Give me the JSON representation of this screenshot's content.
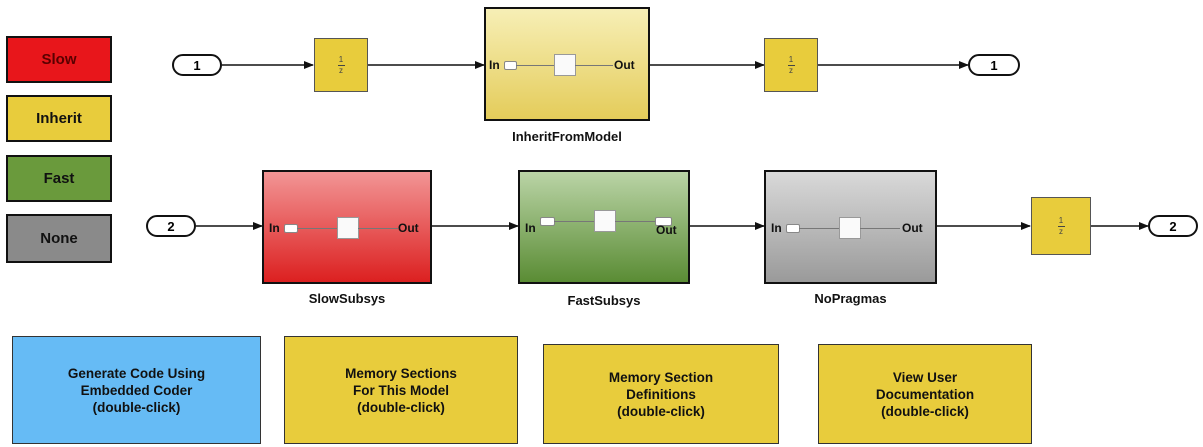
{
  "legend": {
    "slow": {
      "label": "Slow",
      "color": "#e8161b"
    },
    "inherit": {
      "label": "Inherit",
      "color": "#e8cc3c"
    },
    "fast": {
      "label": "Fast",
      "color": "#6a9a3c"
    },
    "none": {
      "label": "None",
      "color": "#8a8a8a"
    }
  },
  "ports": {
    "in1": "1",
    "out1": "1",
    "in2": "2",
    "out2": "2"
  },
  "delay": {
    "numerator": "1",
    "denominator": "z"
  },
  "subsystems": {
    "inherit": {
      "name": "InheritFromModel",
      "in": "In",
      "out": "Out"
    },
    "slow": {
      "name": "SlowSubsys",
      "in": "In",
      "out": "Out"
    },
    "fast": {
      "name": "FastSubsys",
      "in": "In",
      "out": "Out"
    },
    "none": {
      "name": "NoPragmas",
      "in": "In",
      "out": "Out"
    }
  },
  "actions": {
    "generate": {
      "label": "Generate Code Using\nEmbedded Coder\n(double-click)",
      "color": "#66bbf5"
    },
    "sections": {
      "label": "Memory Sections\nFor This Model\n(double-click)",
      "color": "#e8cc3c"
    },
    "definitions": {
      "label": "Memory Section\nDefinitions\n(double-click)",
      "color": "#e8cc3c"
    },
    "docs": {
      "label": "View User\nDocumentation\n(double-click)",
      "color": "#e8cc3c"
    }
  }
}
